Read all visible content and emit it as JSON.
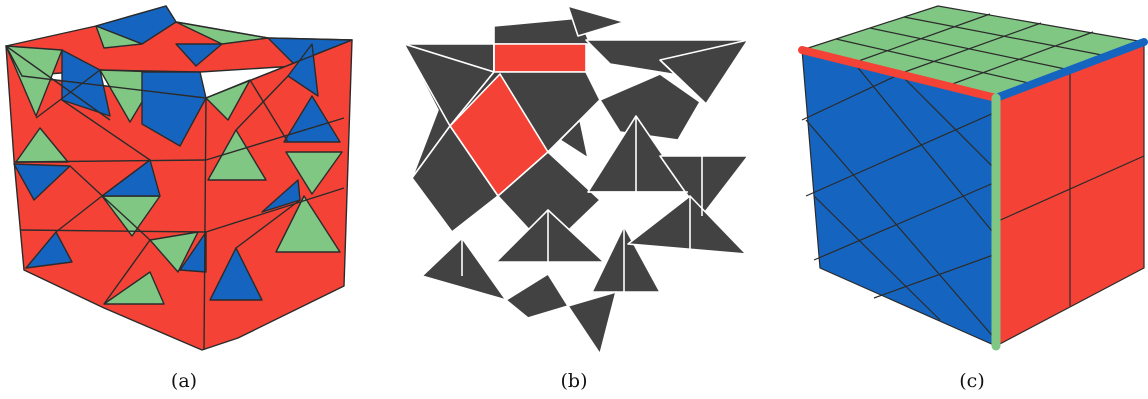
{
  "colors": {
    "red": "#f44336",
    "blue": "#1565c0",
    "green": "#81c784",
    "dark": "#424242",
    "outline": "#2b2b2b",
    "white_line": "#ffffff",
    "background": "#ffffff"
  },
  "panels": [
    {
      "id": "a",
      "label": "(a)"
    },
    {
      "id": "b",
      "label": "(b)"
    },
    {
      "id": "c",
      "label": "(c)"
    }
  ]
}
